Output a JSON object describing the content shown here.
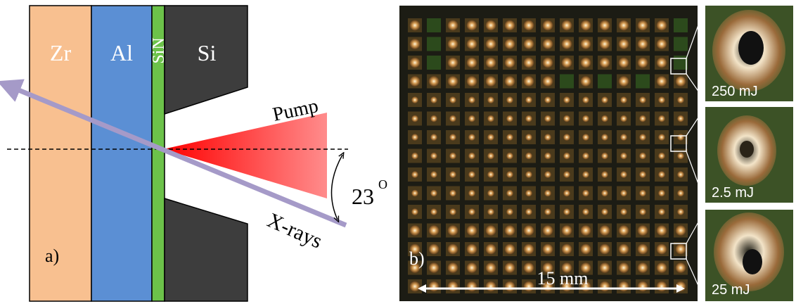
{
  "panel_a": {
    "label": "a)",
    "layers": {
      "zr": "Zr",
      "al": "Al",
      "sin": "SiN",
      "si": "Si"
    },
    "beams": {
      "pump": "Pump",
      "xrays": "X-rays"
    },
    "angle": {
      "value": "23",
      "unit": "O"
    },
    "colors": {
      "zr": "#f8c090",
      "al": "#5b8fd4",
      "sin": "#6cc24a",
      "si": "#3d3d3d",
      "pump": "#ff0000",
      "xray": "#a59ac8"
    }
  },
  "panel_b": {
    "label": "b)",
    "scale_bar": "15 mm",
    "insets": [
      {
        "energy": "250 mJ"
      },
      {
        "energy": "2.5 mJ"
      },
      {
        "energy": "25 mJ"
      }
    ]
  }
}
